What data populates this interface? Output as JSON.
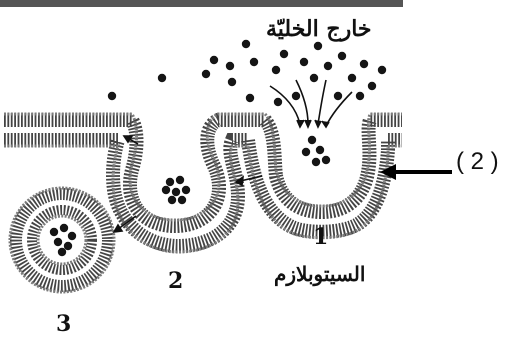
{
  "labels": {
    "outside_cell": "خارج الخليّة",
    "cytoplasm": "السيتوبلازم",
    "stage_1": "1",
    "stage_2": "2",
    "stage_3": "3",
    "annotation": "( 2 )"
  },
  "colors": {
    "membrane_line": "#3a3a3a",
    "lipid_head": "#8a8a8a",
    "particle": "#151515",
    "top_bar": "#555555"
  },
  "icons": {
    "annotation_arrow": "left-arrow-icon"
  }
}
